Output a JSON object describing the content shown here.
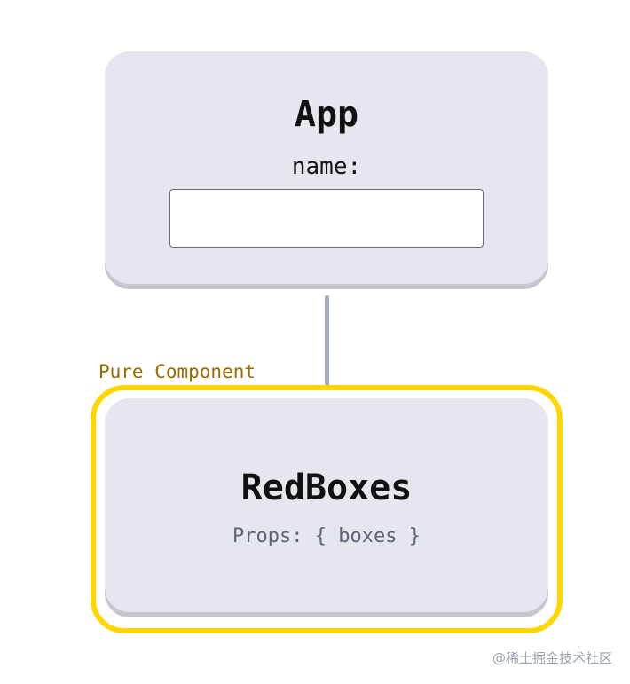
{
  "app": {
    "title": "App",
    "name_label": "name:",
    "name_value": ""
  },
  "pure_component": {
    "label": "Pure Component",
    "highlight_color": "#ffd600"
  },
  "redboxes": {
    "title": "RedBoxes",
    "props": "Props: { boxes }"
  },
  "colors": {
    "card_background": "#e6e7ee",
    "connector": "#a2adb9",
    "label_text": "#9c6b00"
  },
  "watermark": {
    "text": "@稀土掘金技术社区"
  }
}
